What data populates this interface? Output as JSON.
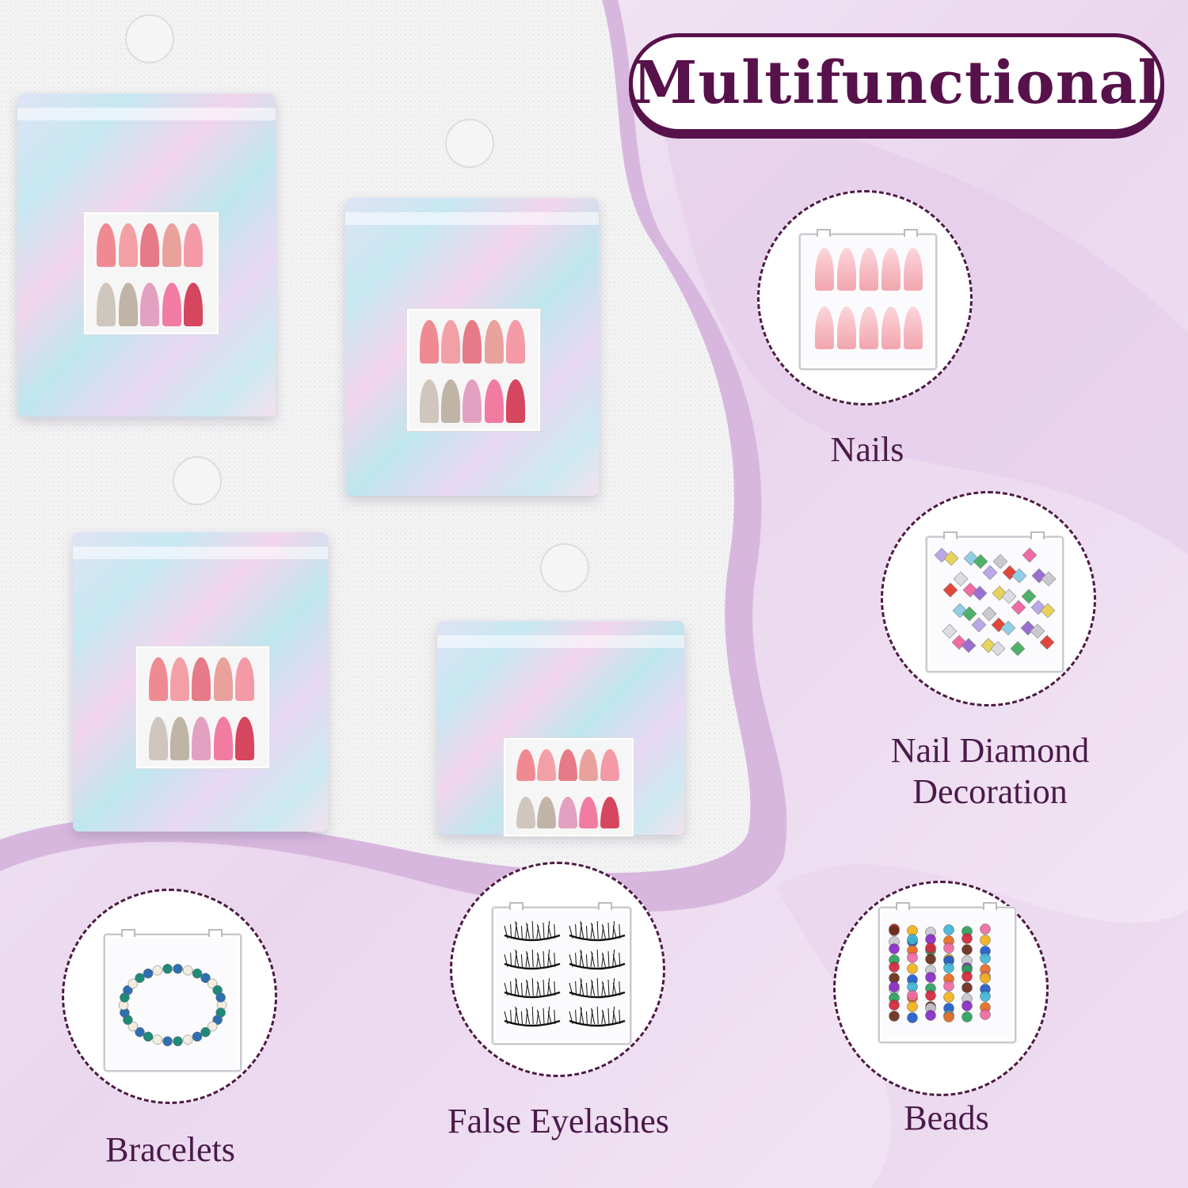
{
  "title": "Multifunctional",
  "uses": {
    "nails": "Nails",
    "diamond_line1": "Nail Diamond",
    "diamond_line2": "Decoration",
    "bracelets": "Bracelets",
    "eyelashes": "False Eyelashes",
    "beads": "Beads"
  },
  "colors": {
    "brand_purple": "#57114b",
    "label_purple": "#4a1b4a",
    "background_lilac": "#efe1f1"
  },
  "icons": [
    "hanging-hook-icon",
    "holographic-bag-icon",
    "nail-box-icon",
    "diamond-box-icon",
    "bracelet-box-icon",
    "eyelash-box-icon",
    "bead-box-icon"
  ]
}
